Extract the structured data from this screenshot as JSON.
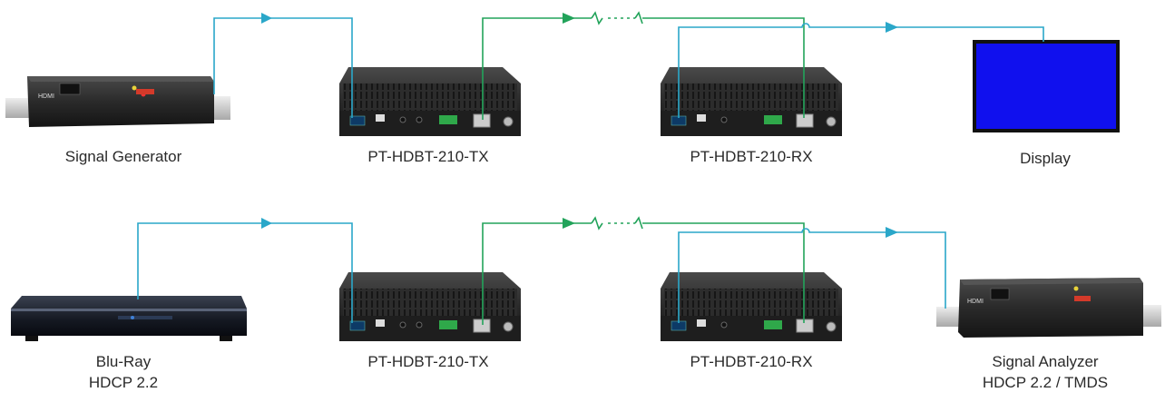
{
  "rows": [
    {
      "source": {
        "label_lines": [
          "Signal Generator"
        ],
        "device": "signal-generator"
      },
      "tx": {
        "label": "PT-HDBT-210-TX"
      },
      "rx": {
        "label": "PT-HDBT-210-RX"
      },
      "sink": {
        "label_lines": [
          "Display"
        ],
        "device": "display"
      }
    },
    {
      "source": {
        "label_lines": [
          "Blu-Ray",
          "HDCP 2.2"
        ],
        "device": "bluray-player"
      },
      "tx": {
        "label": "PT-HDBT-210-TX"
      },
      "rx": {
        "label": "PT-HDBT-210-RX"
      },
      "sink": {
        "label_lines": [
          "Signal Analyzer",
          "HDCP 2.2 / TMDS"
        ],
        "device": "signal-analyzer"
      }
    }
  ],
  "colors": {
    "hdmi_cable": "#2aa7c9",
    "hdbaset_cable": "#22a35a",
    "device_body": "#2b2b2b",
    "display_screen": "#1010ee",
    "label_text": "#2a2a2a"
  }
}
